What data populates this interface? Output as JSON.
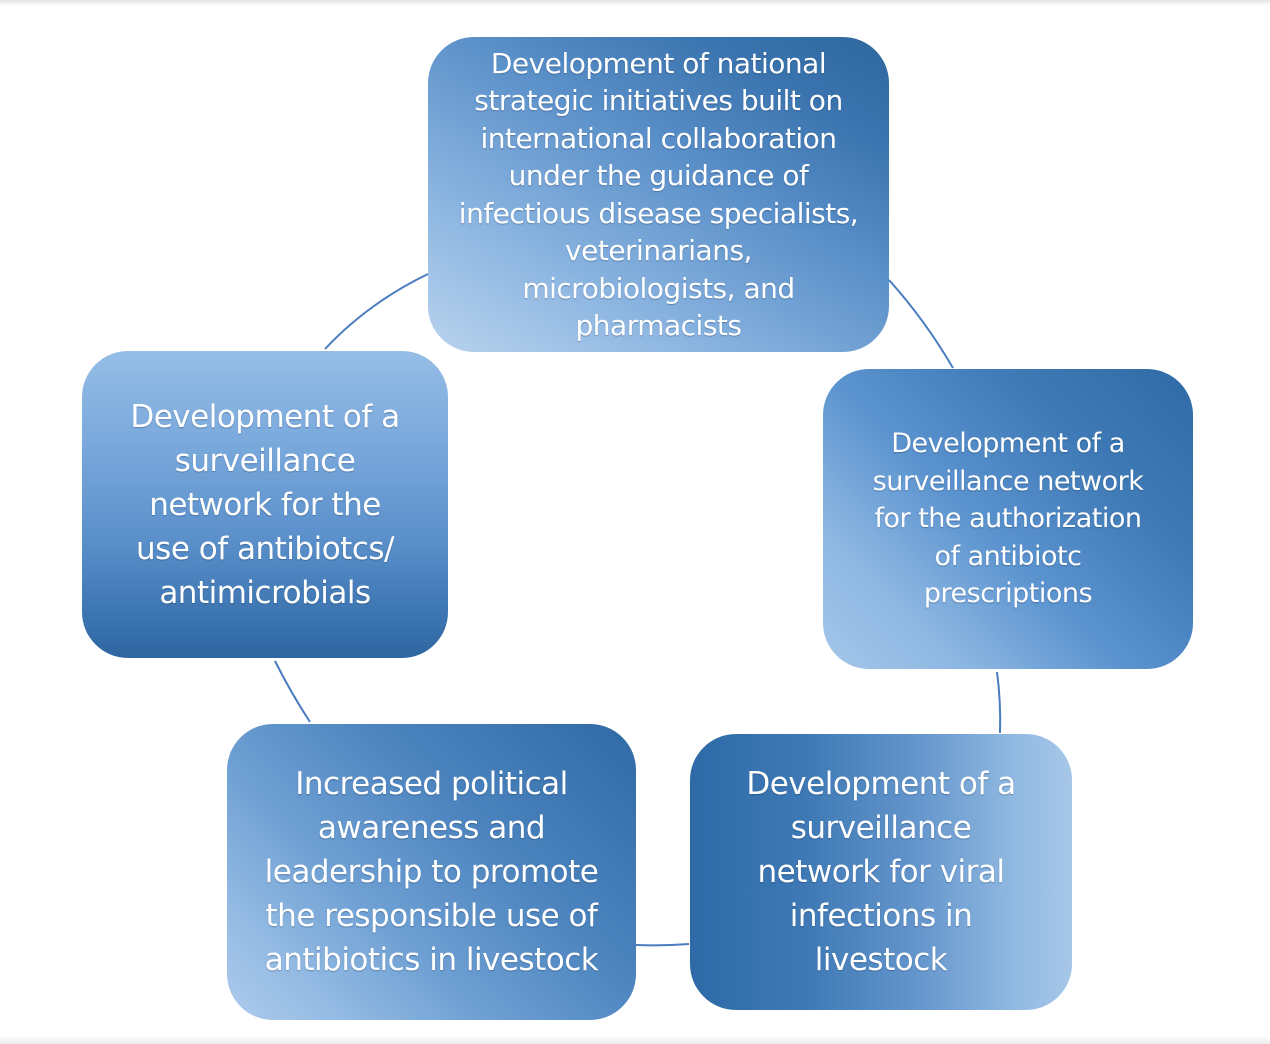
{
  "diagram": {
    "nodes": [
      {
        "id": "node-1",
        "text": "Development of national\nstrategic initiatives built on\ninternational collaboration\nunder the guidance of\ninfectious disease specialists,\nveterinarians,\nmicrobiologists, and\npharmacists"
      },
      {
        "id": "node-2",
        "text": "Development of a\nsurveillance network\nfor the authorization\nof antibiotc\nprescriptions"
      },
      {
        "id": "node-3",
        "text": "Development of a\nsurveillance\nnetwork for viral\ninfections in\nlivestock"
      },
      {
        "id": "node-4",
        "text": "Increased political\nawareness and\nleadership to promote\nthe responsible use of\nantibiotics in livestock"
      },
      {
        "id": "node-5",
        "text": "Development of a\nsurveillance\nnetwork for the\nuse of antibiotcs/\nantimicrobials"
      }
    ],
    "connector_color": "#4a7cc0",
    "node_text_color": "#ffffff"
  }
}
